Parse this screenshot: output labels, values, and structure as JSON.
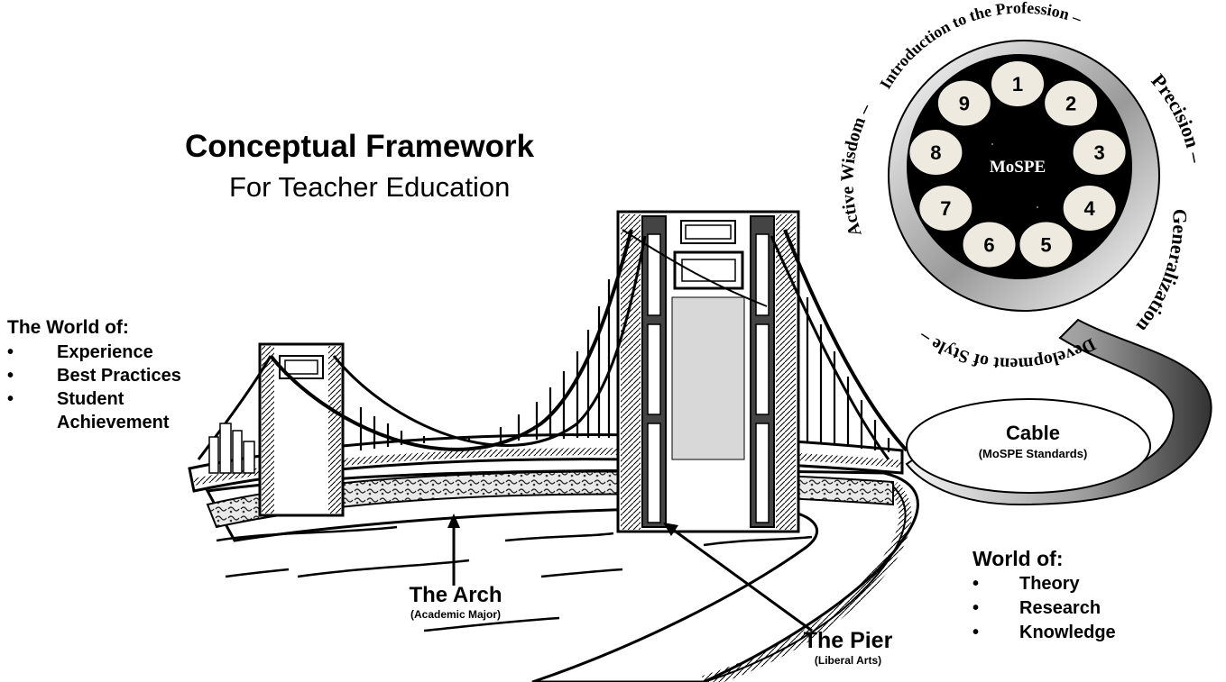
{
  "title": "Conceptual Framework",
  "subtitle": "For Teacher Education",
  "left_world": {
    "heading": "The World of:",
    "items": [
      "Experience",
      "Best Practices",
      "Student Achievement"
    ]
  },
  "right_world": {
    "heading": "World of:",
    "items": [
      "Theory",
      "Research",
      "Knowledge"
    ]
  },
  "arch": {
    "label": "The Arch",
    "sub": "(Academic Major)"
  },
  "pier": {
    "label": "The Pier",
    "sub": "(Liberal Arts)"
  },
  "cable": {
    "label": "Cable",
    "sub": "(MoSPE Standards)"
  },
  "wheel": {
    "center": "MoSPE",
    "numbers": [
      "1",
      "2",
      "3",
      "4",
      "5",
      "6",
      "7",
      "8",
      "9"
    ],
    "ring_top": "Introduction to the Profession –",
    "ring_right_1": "Precision –",
    "ring_right_2": "Generalization –",
    "ring_bottom": "Development of Style –",
    "ring_left": "Active Wisdom –"
  },
  "colors": {
    "ink": "#000000",
    "disc_fill": "#efeadf",
    "ring_gray": "#8a8a8a",
    "bridge_gray": "#555555"
  }
}
